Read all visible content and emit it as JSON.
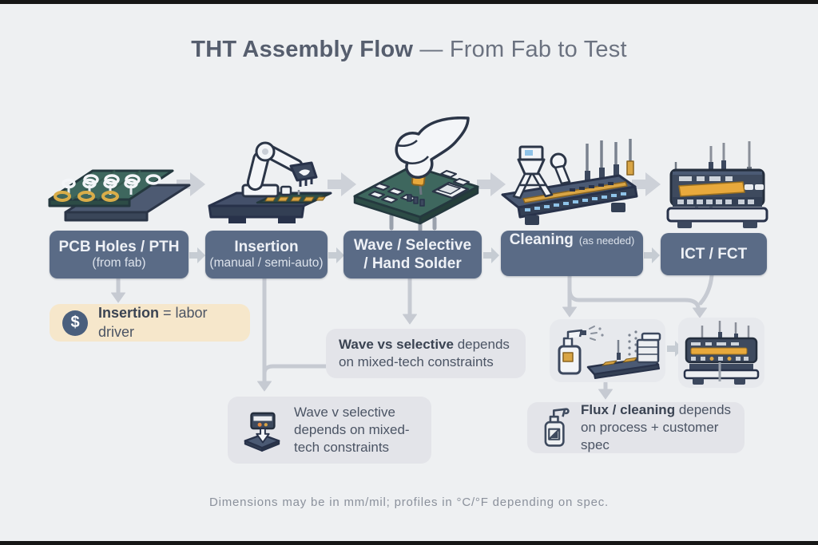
{
  "title": {
    "bold": "THT Assembly Flow",
    "regular": " — From Fab to Test"
  },
  "steps": [
    {
      "line1": "PCB Holes / PTH",
      "line2": "(from fab)"
    },
    {
      "line1": "Insertion",
      "line2": "(manual / semi-auto)"
    },
    {
      "line1": "Wave / Selective",
      "line2": "/ Hand Solder"
    },
    {
      "line1": "Cleaning",
      "suffix": "(as needed)"
    },
    {
      "line1": "ICT / FCT"
    }
  ],
  "notes": {
    "labor": {
      "bold": "Insertion",
      "regular": " = labor driver"
    },
    "wave_vs": {
      "bold": "Wave vs selective",
      "regular": " depends on mixed-tech constraints"
    },
    "wave_v": {
      "text": "Wave v selective depends on mixed-tech constraints"
    },
    "flux": {
      "bold": "Flux / cleaning",
      "regular": " depends on process + customer spec"
    }
  },
  "footer": {
    "text": "Dimensions may be in mm/mil; profiles in °C/°F depending on spec."
  },
  "icons": {
    "dollar": "$",
    "names": [
      "dollar-icon",
      "wave-solder-machine-icon",
      "spray-bottle-icon"
    ]
  },
  "illustrations": [
    "pcb-board",
    "robot-arm-insertion",
    "hand-soldering",
    "cleaning-machine",
    "ict-test-station",
    "spray-cleaning-detail",
    "test-station-detail"
  ],
  "colors": {
    "bg": "#eef0f2",
    "step_box": "#5a6b86",
    "note_beige": "#f6e7cb",
    "note_gray": "#e3e4e9",
    "arrow": "#c6cad2",
    "accent_gold": "#e0a844",
    "pcb_green": "#3e675e"
  }
}
